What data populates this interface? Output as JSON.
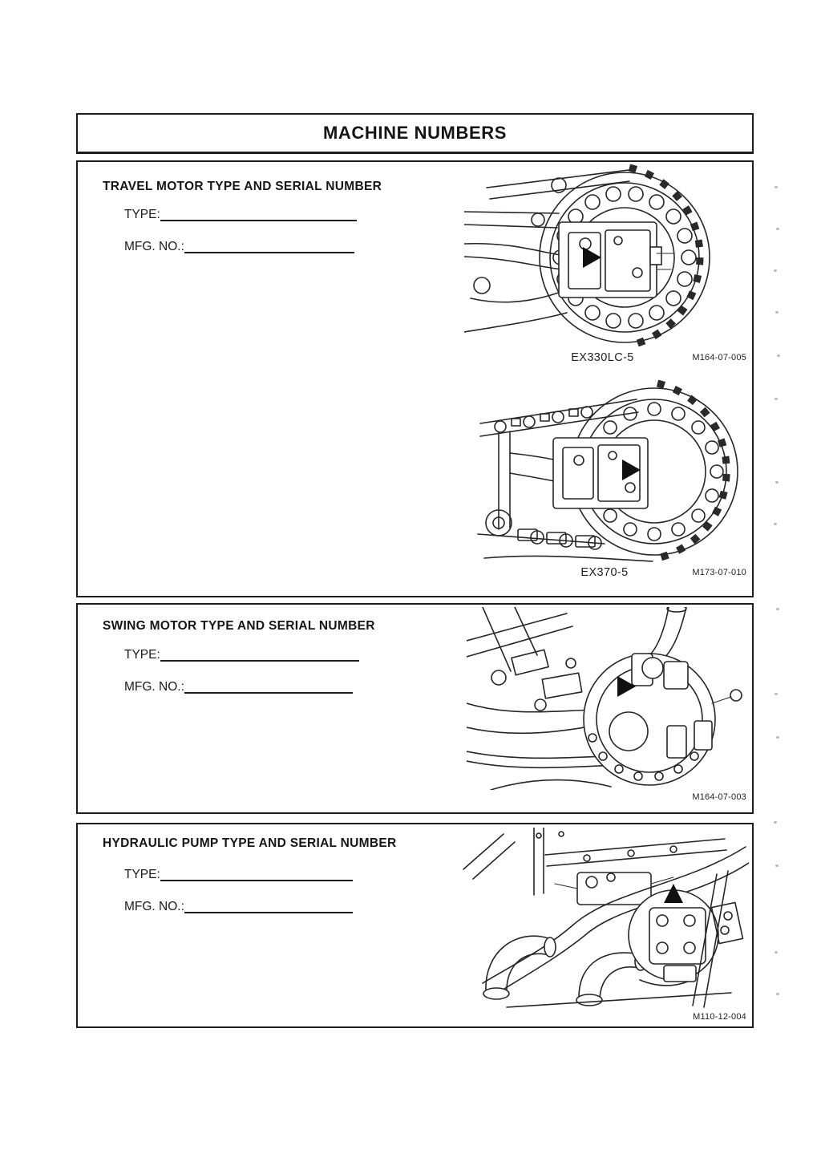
{
  "page": {
    "title": "MACHINE NUMBERS"
  },
  "colors": {
    "ink": "#1a1a1a",
    "paper": "#ffffff"
  },
  "sections": [
    {
      "heading": "TRAVEL MOTOR TYPE AND SERIAL NUMBER",
      "fields": [
        {
          "label": "TYPE:",
          "value": ""
        },
        {
          "label": "MFG. NO.:",
          "value": ""
        }
      ],
      "figures": [
        {
          "caption": "EX330LC-5",
          "ref": "M164-07-005"
        },
        {
          "caption": "EX370-5",
          "ref": "M173-07-010"
        }
      ]
    },
    {
      "heading": "SWING MOTOR TYPE AND SERIAL NUMBER",
      "fields": [
        {
          "label": "TYPE:",
          "value": ""
        },
        {
          "label": "MFG. NO.:",
          "value": ""
        }
      ],
      "figures": [
        {
          "caption": "",
          "ref": "M164-07-003"
        }
      ]
    },
    {
      "heading": "HYDRAULIC PUMP TYPE AND SERIAL NUMBER",
      "fields": [
        {
          "label": "TYPE:",
          "value": ""
        },
        {
          "label": "MFG. NO.:",
          "value": ""
        }
      ],
      "figures": [
        {
          "caption": "",
          "ref": "M110-12-004"
        }
      ]
    }
  ]
}
